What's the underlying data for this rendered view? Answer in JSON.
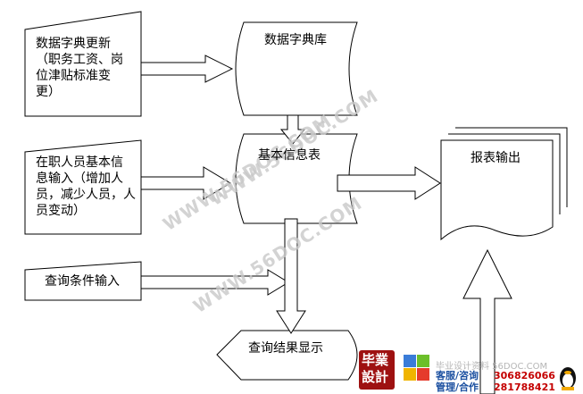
{
  "nodes": {
    "salary_update": {
      "lines": [
        "数据字典更新",
        "（职务工资、岗",
        "位津贴标准变",
        "更）"
      ]
    },
    "staff_input": {
      "lines": [
        "在职人员基本信",
        "息输入（增加人",
        "员，减少人员，人",
        "员变动）"
      ]
    },
    "query_input": {
      "label": "查询条件输入"
    },
    "dictionary_db": {
      "label": "数据字典库"
    },
    "basic_info_table": {
      "label": "基本信息表"
    },
    "report_output": {
      "label": "报表输出"
    },
    "query_result": {
      "label": "查询结果显示"
    }
  },
  "watermarks": [
    "WWW.56DOC.COM",
    "WWW.56DOC.COM",
    "WWW.56DOC.COM"
  ],
  "ad": {
    "logo_line1": "毕業",
    "logo_line2": "設計",
    "title": "毕业设计资料 56DOC.COM",
    "service_label": "客服/咨询",
    "service_number": "306826066",
    "manage_label": "管理/合作",
    "manage_number": "281788421"
  }
}
